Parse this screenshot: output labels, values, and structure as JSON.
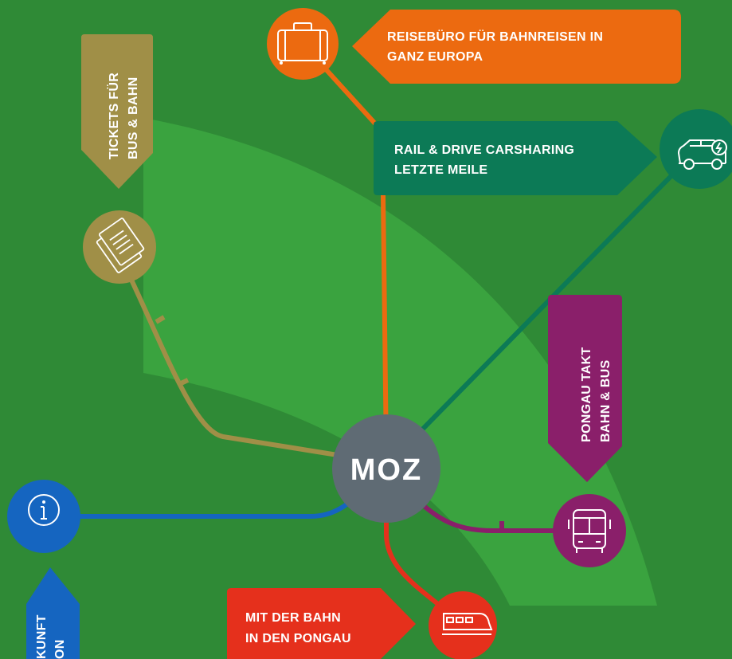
{
  "colors": {
    "background": "#2f8a36",
    "fan": "#3aa33f",
    "orange": "#ec6a10",
    "teal": "#0c7a56",
    "khaki": "#a08f47",
    "purple": "#8a1f6a",
    "red": "#e5301c",
    "blue": "#1565c0",
    "hub": "#5f6b74"
  },
  "hub": {
    "label": "MOZ"
  },
  "nodes": {
    "reisebuero": {
      "icon": "suitcase-icon",
      "lines": [
        "REISEBÜRO FÜR BAHNREISEN IN",
        "GANZ EUROPA"
      ]
    },
    "carsharing": {
      "icon": "electric-car-icon",
      "lines": [
        "RAIL & DRIVE CARSHARING",
        "LETZTE MEILE"
      ]
    },
    "tickets": {
      "icon": "tickets-icon",
      "lines": [
        "TICKETS FÜR",
        "BUS & BAHN"
      ]
    },
    "pongau_takt": {
      "icon": "bus-icon",
      "lines": [
        "PONGAU TAKT",
        "BAHN & BUS"
      ]
    },
    "bahn": {
      "icon": "train-icon",
      "lines": [
        "MIT DER BAHN",
        "IN DEN PONGAU"
      ]
    },
    "auskunft": {
      "icon": "info-icon",
      "lines": [
        "KUNFT",
        "ON"
      ]
    }
  }
}
